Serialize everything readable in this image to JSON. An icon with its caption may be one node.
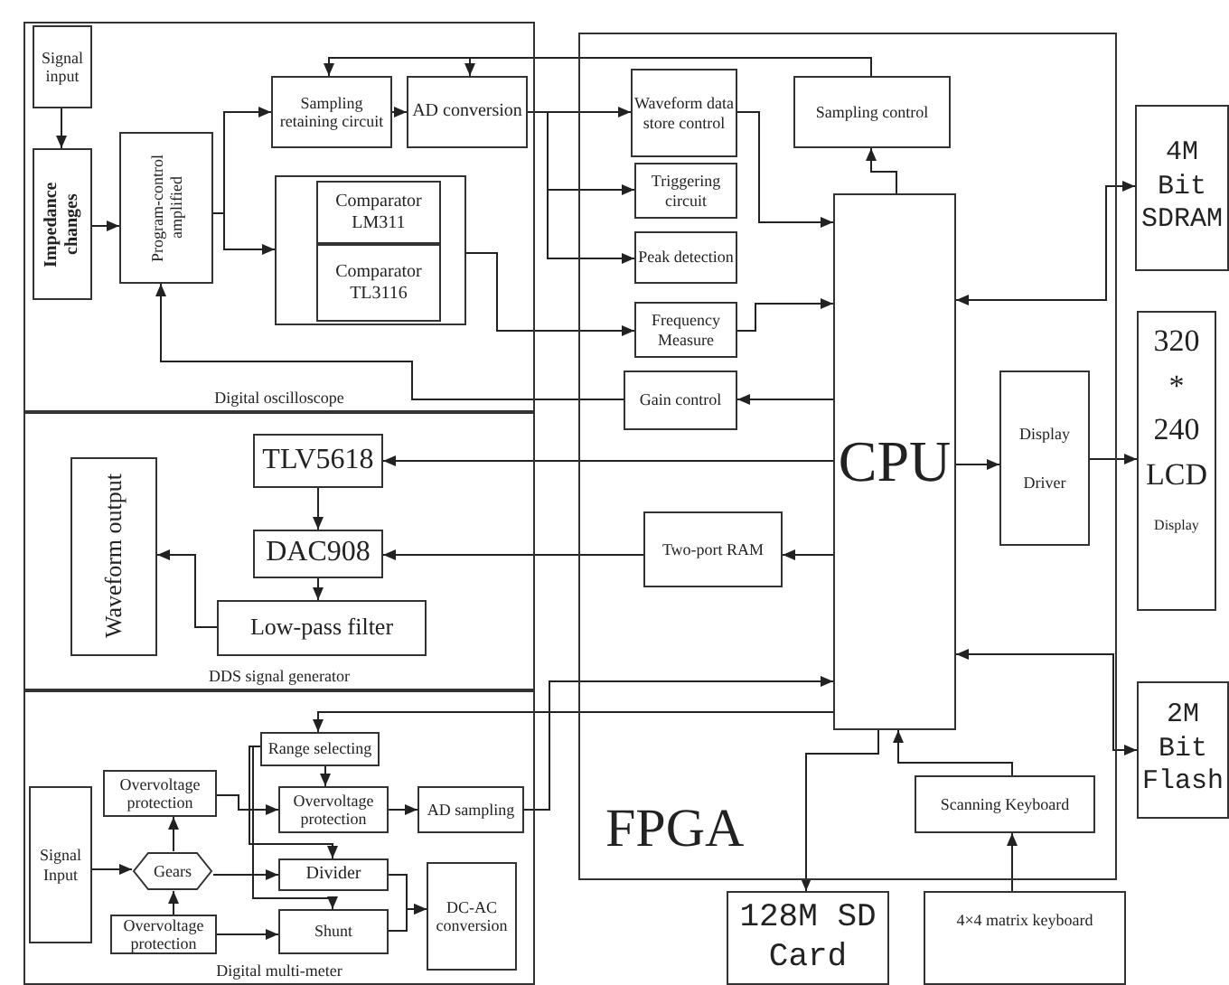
{
  "diagram": {
    "nodes": [
      {
        "text": [
          "Digital oscilloscope"
        ]
      },
      {
        "text": [
          "Signal input"
        ],
        "in": 0
      },
      {
        "text": [
          "Impedance changes"
        ],
        "in": 0
      },
      {
        "text": [
          "Program-control amplified"
        ],
        "in": 0
      },
      {
        "text": [
          "Sampling retaining circuit"
        ],
        "in": 0
      },
      {
        "text": [
          "AD conversion"
        ],
        "in": 0
      },
      {
        "text": [],
        "shape": "box",
        "in": 0
      },
      {
        "text": [
          "Comparator LM311"
        ],
        "in": 6
      },
      {
        "text": [
          "Comparator TL3116"
        ],
        "in": 6
      },
      {
        "text": [
          "DDS signal generator"
        ]
      },
      {
        "text": [
          "TLV5618"
        ],
        "in": 9
      },
      {
        "text": [
          "DAC908"
        ],
        "in": 9
      },
      {
        "text": [
          "Low-pass filter"
        ],
        "in": 9
      },
      {
        "text": [
          "Waveform output"
        ],
        "in": 9
      },
      {
        "text": [
          "Digital multi-meter"
        ]
      },
      {
        "text": [
          "Signal Input"
        ],
        "in": 14
      },
      {
        "text": [
          "Overvoltage protection"
        ],
        "in": 14
      },
      {
        "text": [
          "Range selecting"
        ],
        "in": 14
      },
      {
        "text": [
          "Overvoltage protection"
        ],
        "in": 14
      },
      {
        "text": [
          "AD sampling"
        ],
        "in": 14
      },
      {
        "text": [
          "Gears"
        ],
        "in": 14
      },
      {
        "text": [
          "Divider"
        ],
        "in": 14
      },
      {
        "text": [
          "DC-AC conversion"
        ],
        "in": 14
      },
      {
        "text": [
          "Overvoltage protection"
        ],
        "in": 14
      },
      {
        "text": [
          "Shunt"
        ],
        "in": 14
      },
      {
        "text": [
          "FPGA"
        ]
      },
      {
        "text": [
          "Waveform data store control"
        ],
        "in": 25
      },
      {
        "text": [
          "Sampling control"
        ],
        "in": 25
      },
      {
        "text": [
          "Triggering circuit"
        ],
        "in": 25
      },
      {
        "text": [
          "Peak detection"
        ],
        "in": 25
      },
      {
        "text": [
          "Frequency Measure"
        ],
        "in": 25
      },
      {
        "text": [
          "Gain control"
        ],
        "in": 25
      },
      {
        "text": [
          "CPU"
        ],
        "in": 25
      },
      {
        "text": [
          "Display Driver"
        ],
        "in": 25
      },
      {
        "text": [
          "Two-port RAM"
        ],
        "in": 25
      },
      {
        "text": [
          "Scanning Keyboard"
        ],
        "in": 25
      },
      {
        "text": [
          "4M Bit SDRAM"
        ]
      },
      {
        "text": [
          "320 * 240 LCD",
          "Display"
        ]
      },
      {
        "text": [
          "2M Bit Flash"
        ]
      },
      {
        "text": [
          "128M SD Card"
        ]
      },
      {
        "text": [
          "4×4 matrix keyboard"
        ]
      }
    ],
    "edges": [
      {
        "from": 1,
        "to": 2,
        "arrow": "to"
      },
      {
        "from": 2,
        "to": 3,
        "arrow": "to"
      },
      {
        "from": 3,
        "to": 4,
        "arrow": "to"
      },
      {
        "from": 3,
        "to": 6,
        "arrow": "to"
      },
      {
        "from": 4,
        "to": 5,
        "arrow": "to"
      },
      {
        "from": 5,
        "to": 26,
        "arrow": "to"
      },
      {
        "from": 5,
        "to": 28,
        "arrow": "to"
      },
      {
        "from": 5,
        "to": 29,
        "arrow": "to"
      },
      {
        "from": 27,
        "to": 4,
        "arrow": "to"
      },
      {
        "from": 27,
        "to": 5,
        "arrow": "to"
      },
      {
        "from": 8,
        "to": 30,
        "arrow": "to"
      },
      {
        "from": 31,
        "to": 3,
        "arrow": "to"
      },
      {
        "from": 26,
        "to": 32,
        "arrow": "to"
      },
      {
        "from": 30,
        "to": 32,
        "arrow": "to"
      },
      {
        "from": 32,
        "to": 27,
        "arrow": "to"
      },
      {
        "from": 32,
        "to": 31,
        "arrow": "to"
      },
      {
        "from": 32,
        "to": 36,
        "arrow": "both"
      },
      {
        "from": 32,
        "to": 33,
        "arrow": "to"
      },
      {
        "from": 33,
        "to": 37,
        "arrow": "to"
      },
      {
        "from": 32,
        "to": 10,
        "arrow": "to"
      },
      {
        "from": 32,
        "to": 34,
        "arrow": "to"
      },
      {
        "from": 34,
        "to": 11,
        "arrow": "to"
      },
      {
        "from": 10,
        "to": 11,
        "arrow": "to"
      },
      {
        "from": 11,
        "to": 12,
        "arrow": "to"
      },
      {
        "from": 12,
        "to": 13,
        "arrow": "to"
      },
      {
        "from": 32,
        "to": 38,
        "arrow": "both"
      },
      {
        "from": 19,
        "to": 32,
        "arrow": "to"
      },
      {
        "from": 32,
        "to": 17,
        "arrow": "to"
      },
      {
        "from": 15,
        "to": 20,
        "arrow": "to"
      },
      {
        "from": 20,
        "to": 16,
        "arrow": "to"
      },
      {
        "from": 23,
        "to": 20,
        "arrow": "to"
      },
      {
        "from": 20,
        "to": 21,
        "arrow": "to"
      },
      {
        "from": 16,
        "to": 18,
        "arrow": "to"
      },
      {
        "from": 17,
        "to": 18,
        "arrow": "to"
      },
      {
        "from": 17,
        "to": 21,
        "arrow": "to"
      },
      {
        "from": 17,
        "to": 24,
        "arrow": "to"
      },
      {
        "from": 23,
        "to": 24,
        "arrow": "to"
      },
      {
        "from": 18,
        "to": 19,
        "arrow": "to"
      },
      {
        "from": 21,
        "to": 22,
        "arrow": "to"
      },
      {
        "from": 24,
        "to": 22,
        "arrow": "to"
      },
      {
        "from": 32,
        "to": 39,
        "arrow": "to"
      },
      {
        "from": 35,
        "to": 32,
        "arrow": "to"
      },
      {
        "from": 40,
        "to": 35,
        "arrow": "to"
      }
    ]
  }
}
